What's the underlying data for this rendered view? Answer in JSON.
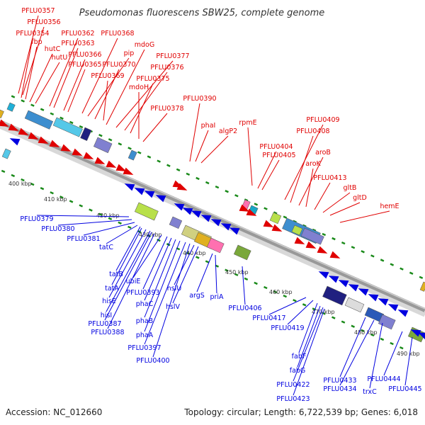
{
  "title": "Pseudomonas fluorescens SBW25, complete genome",
  "accession": "Accession: NC_012660",
  "topology": "Topology: circular; Length: 6,722,539 bp; Genes: 6,018",
  "colors": {
    "forward": "#e00000",
    "reverse": "#0000e0",
    "backbone": "#999999",
    "tick": "#1a8a1a"
  },
  "ticks": [
    "400 kbp",
    "410 kbp",
    "420 kbp",
    "430 kbp",
    "440 kbp",
    "450 kbp",
    "460 kbp",
    "470 kbp",
    "480 kbp",
    "490 kbp"
  ],
  "forward_labels": [
    "PFLU0357",
    "PFLU0356",
    "PFLU0354",
    "fbp",
    "hutC",
    "hutU",
    "PFLU0362",
    "PFLU0363",
    "PFLU0366",
    "PFLU0365",
    "PFLU0368",
    "pip",
    "PFLU0370",
    "PFLU0369",
    "mdoG",
    "PFLU0377",
    "PFLU0376",
    "PFLU0375",
    "mdoH",
    "PFLU0378",
    "PFLU0390",
    "phaI",
    "algP2",
    "rpmE",
    "PFLU0404",
    "PFLU0405",
    "PFLU0409",
    "PFLU0408",
    "aroB",
    "aroK",
    "PFLU0413",
    "gltB",
    "gltD",
    "hemE"
  ],
  "reverse_labels": [
    "PFLU0379",
    "PFLU0380",
    "PFLU0381",
    "tatC",
    "tatB",
    "tatA",
    "hisE",
    "hisI",
    "PFLU0387",
    "PFLU0388",
    "ubiE",
    "PFLU0393",
    "phaC",
    "phaB",
    "phaA",
    "PFLU0397",
    "PFLU0400",
    "hslU",
    "hslV",
    "argS",
    "priA",
    "PFLU0406",
    "PFLU0417",
    "PFLU0419",
    "fabF",
    "fabG",
    "PFLU0422",
    "PFLU0423",
    "PFLU0433",
    "PFLU0434",
    "trxC",
    "PFLU0444",
    "PFLU0445"
  ]
}
